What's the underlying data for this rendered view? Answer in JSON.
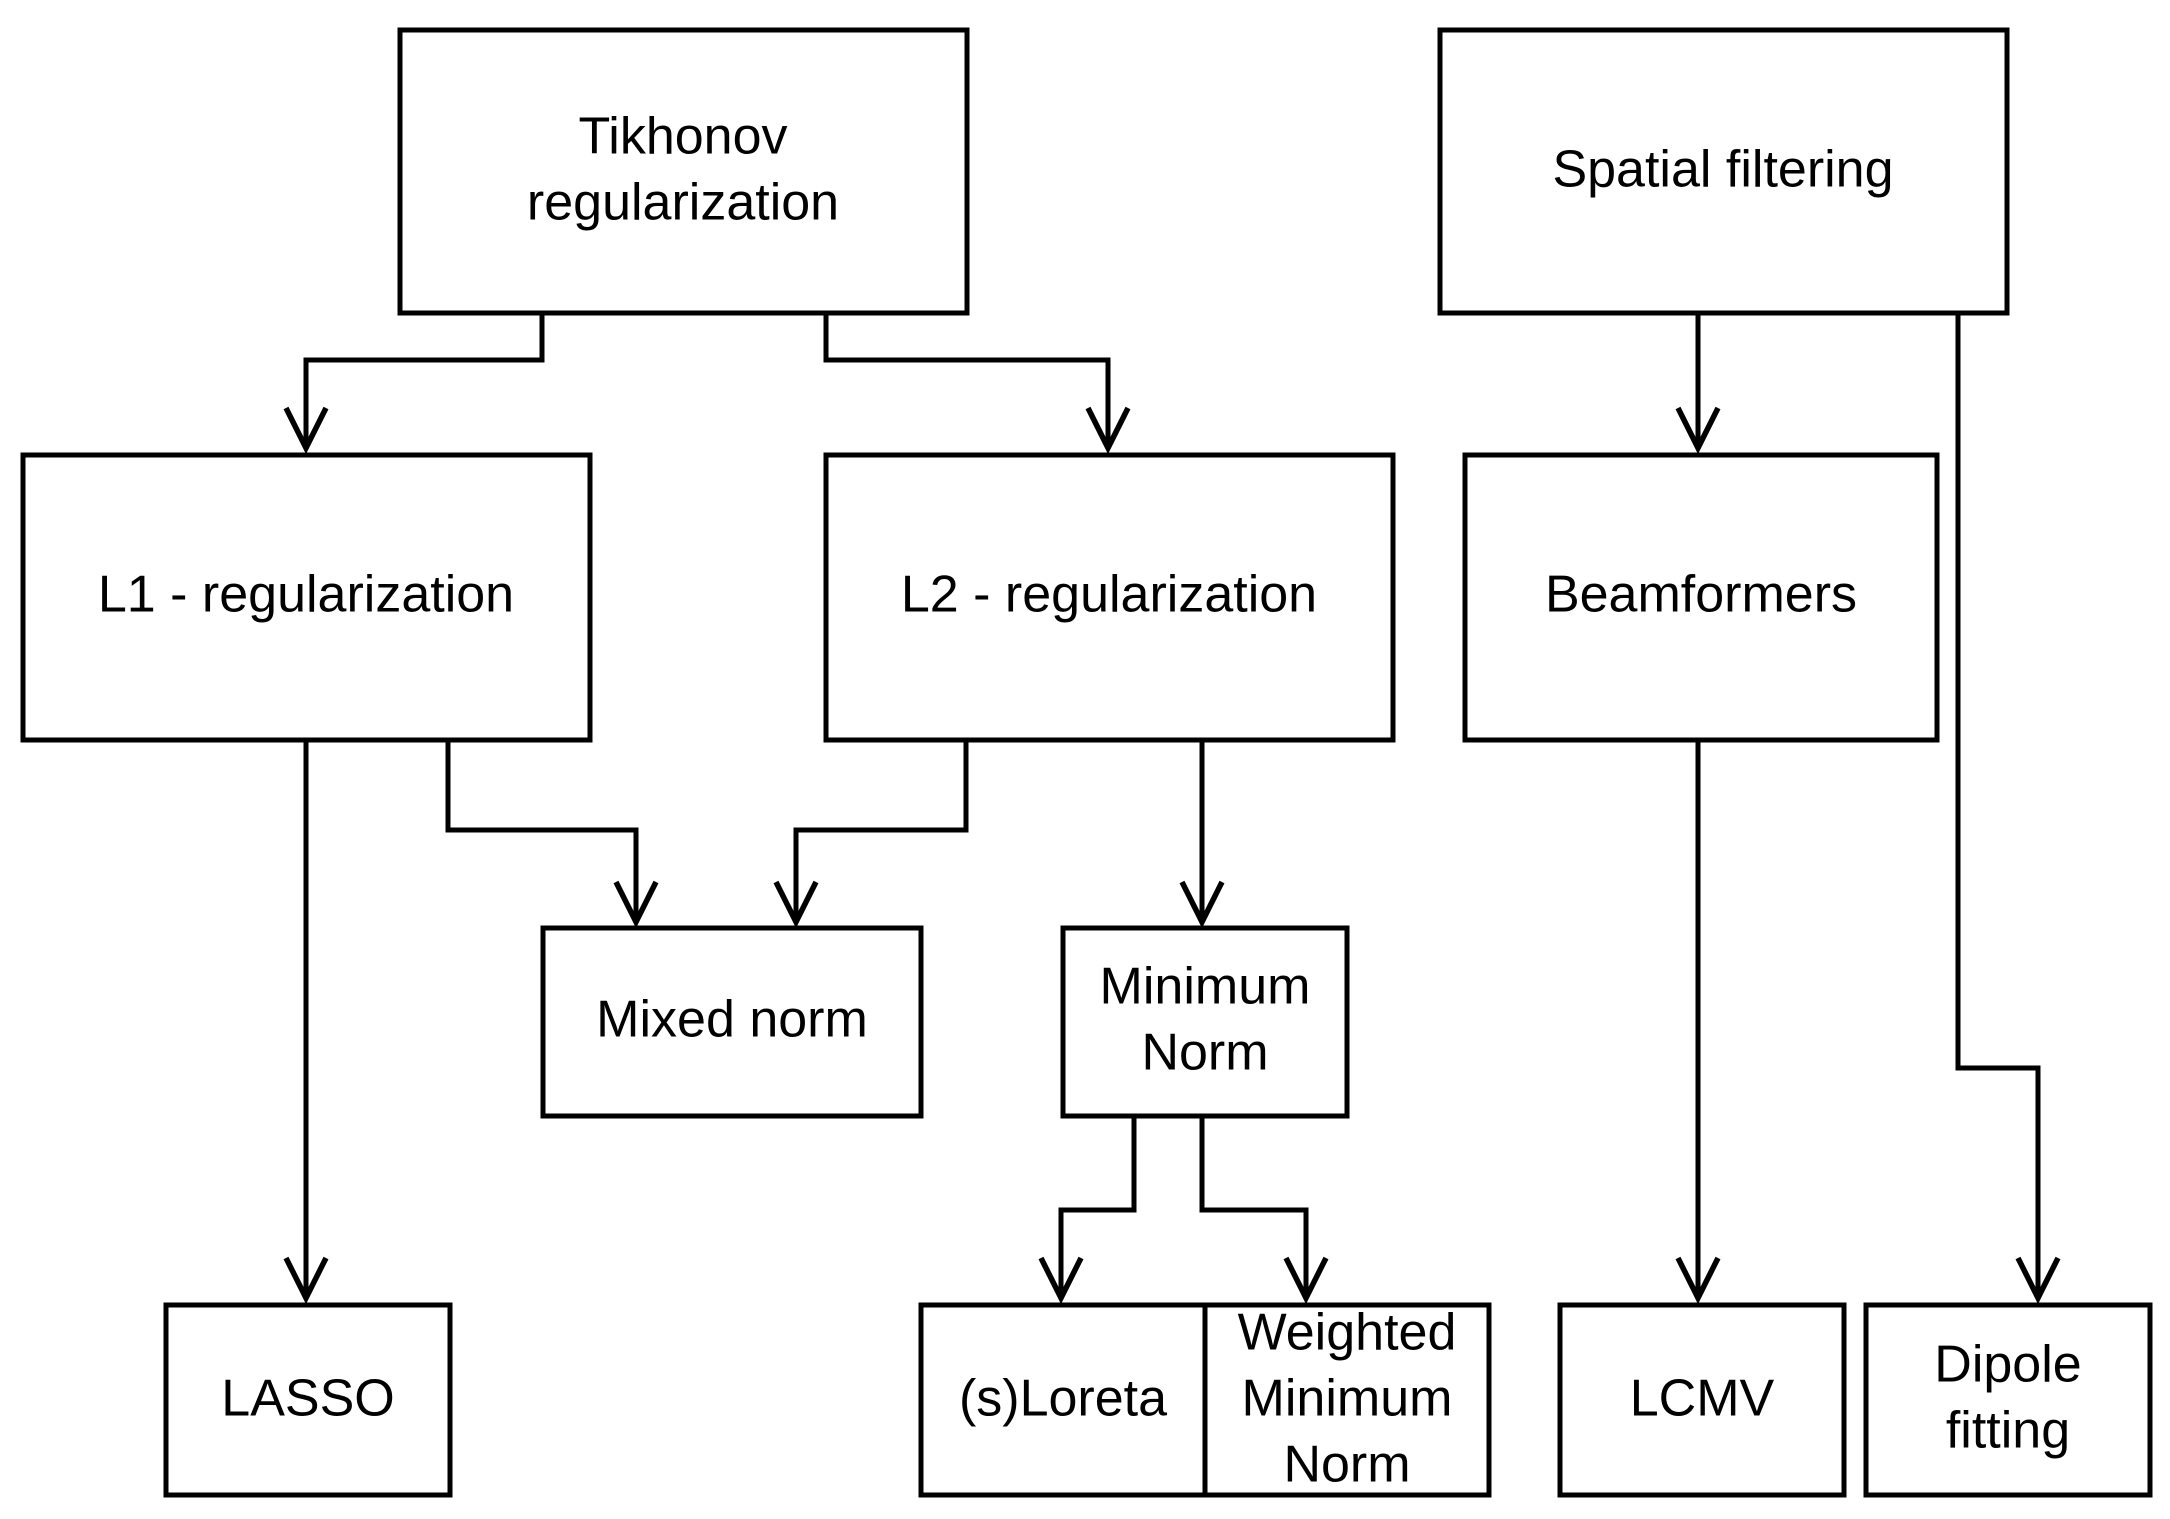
{
  "diagram": {
    "nodes": {
      "tikhonov": {
        "lines": [
          "Tikhonov",
          "regularization"
        ]
      },
      "spatial": {
        "lines": [
          "Spatial filtering"
        ]
      },
      "l1": {
        "lines": [
          "L1 - regularization"
        ]
      },
      "l2": {
        "lines": [
          "L2 - regularization"
        ]
      },
      "beamformers": {
        "lines": [
          "Beamformers"
        ]
      },
      "mixed": {
        "lines": [
          "Mixed norm"
        ]
      },
      "minnorm": {
        "lines": [
          "Minimum",
          "Norm"
        ]
      },
      "lasso": {
        "lines": [
          "LASSO"
        ]
      },
      "sloreta": {
        "lines": [
          "(s)Loreta"
        ]
      },
      "wmn": {
        "lines": [
          "Weighted",
          "Minimum",
          "Norm"
        ]
      },
      "lcmv": {
        "lines": [
          "LCMV"
        ]
      },
      "dipole": {
        "lines": [
          "Dipole",
          "fitting"
        ]
      }
    },
    "edges": [
      {
        "from": "tikhonov",
        "to": "l1"
      },
      {
        "from": "tikhonov",
        "to": "l2"
      },
      {
        "from": "spatial",
        "to": "beamformers"
      },
      {
        "from": "spatial",
        "to": "dipole"
      },
      {
        "from": "l1",
        "to": "lasso"
      },
      {
        "from": "l1",
        "to": "mixed"
      },
      {
        "from": "l2",
        "to": "mixed"
      },
      {
        "from": "l2",
        "to": "minnorm"
      },
      {
        "from": "minnorm",
        "to": "sloreta"
      },
      {
        "from": "minnorm",
        "to": "wmn"
      },
      {
        "from": "beamformers",
        "to": "lcmv"
      }
    ],
    "colors": {
      "stroke": "#000000",
      "fill": "#ffffff",
      "text": "#000000"
    }
  }
}
